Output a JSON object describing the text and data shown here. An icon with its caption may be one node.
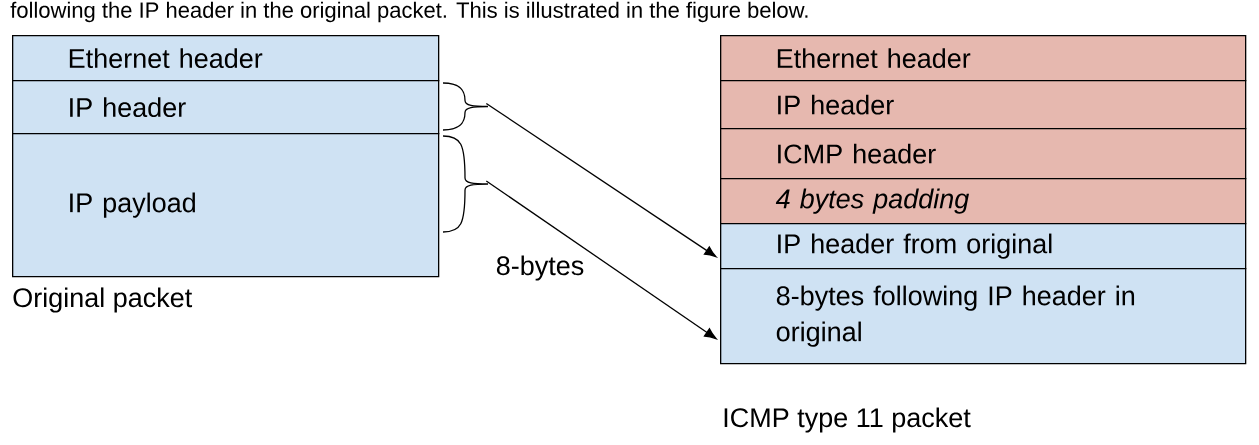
{
  "diagram": {
    "nodes": [
      {
        "text": [
          "Ethernet header"
        ]
      },
      {
        "text": [
          "IP header"
        ]
      },
      {
        "text": [
          "IP payload"
        ]
      },
      {
        "text": [
          "Ethernet header"
        ]
      },
      {
        "text": [
          "IP header"
        ]
      },
      {
        "text": [
          "ICMP header"
        ]
      },
      {
        "text": [
          "4 bytes padding"
        ]
      },
      {
        "text": [
          "IP header from original"
        ]
      },
      {
        "text": [
          "8-bytes following IP header in original"
        ]
      }
    ],
    "edges": [
      {
        "from": 1,
        "to": 7,
        "arrow": "to"
      },
      {
        "from": 2,
        "to": 8,
        "arrow": "to",
        "label": "8-bytes"
      }
    ],
    "labels": [
      "following the IP header in the original packet. This is illustrated in the figure below.",
      "Original packet",
      "ICMP type 11 packet"
    ]
  }
}
